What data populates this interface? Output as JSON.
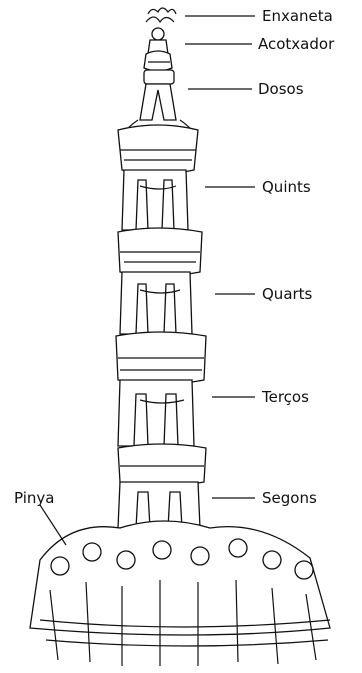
{
  "diagram": {
    "labels": {
      "enxaneta": "Enxaneta",
      "acotxador": "Acotxador",
      "dosos": "Dosos",
      "quints": "Quints",
      "quarts": "Quarts",
      "tercos": "Terços",
      "segons": "Segons",
      "pinya": "Pinya"
    },
    "ink_color": "#111111",
    "background": "#ffffff"
  }
}
